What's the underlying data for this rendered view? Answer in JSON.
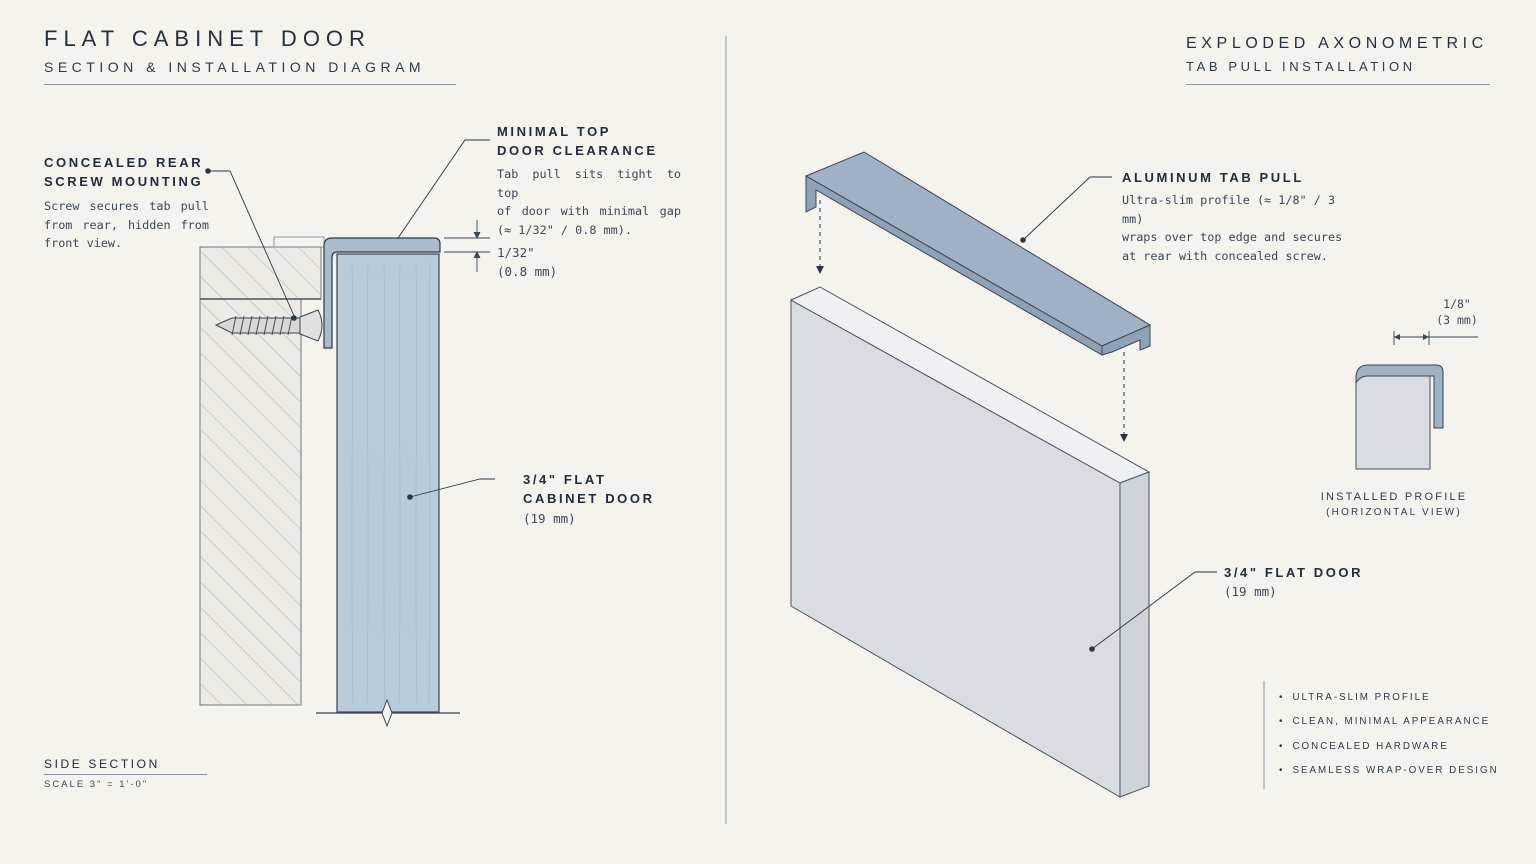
{
  "left": {
    "title": "FLAT CABINET DOOR",
    "subtitle": "SECTION & INSTALLATION DIAGRAM",
    "callouts": {
      "screw": {
        "heading": [
          "CONCEALED REAR",
          "SCREW MOUNTING"
        ],
        "body": [
          "Screw secures tab pull",
          "from rear, hidden from",
          "front view."
        ]
      },
      "clearance": {
        "heading": [
          "MINIMAL TOP",
          "DOOR CLEARANCE"
        ],
        "body": [
          "Tab pull sits tight to top",
          "of door with minimal gap",
          "(≈ 1/32\" / 0.8 mm)."
        ]
      },
      "gap": {
        "line1": "1/32\"",
        "line2": "(0.8 mm)"
      },
      "door": {
        "heading": [
          "3/4\" FLAT",
          "CABINET DOOR"
        ],
        "size": "(19 mm)"
      }
    },
    "footer": {
      "label": "SIDE SECTION",
      "scale": "SCALE 3\" = 1'-0\""
    }
  },
  "right": {
    "title": "EXPLODED AXONOMETRIC",
    "subtitle": "TAB PULL INSTALLATION",
    "callouts": {
      "pull": {
        "heading": "ALUMINUM TAB PULL",
        "body": [
          "Ultra-slim profile (≈ 1/8\" / 3 mm)",
          "wraps over top edge and secures",
          "at rear with concealed screw."
        ]
      },
      "thickness": {
        "line1": "1/8\"",
        "line2": "(3 mm)"
      },
      "profile": {
        "line1": "INSTALLED PROFILE",
        "line2": "(HORIZONTAL VIEW)"
      },
      "door": {
        "heading": "3/4\" FLAT DOOR",
        "size": "(19 mm)"
      }
    },
    "features": [
      "ULTRA-SLIM PROFILE",
      "CLEAN, MINIMAL APPEARANCE",
      "CONCEALED HARDWARE",
      "SEAMLESS WRAP-OVER DESIGN"
    ],
    "bullet": "•"
  },
  "colors": {
    "background": "#f4f3ee",
    "ink": "#25303f",
    "aluminum": "#9fb2c5",
    "door_section": "#b8cbdb",
    "door_face": "#d9dde2"
  }
}
